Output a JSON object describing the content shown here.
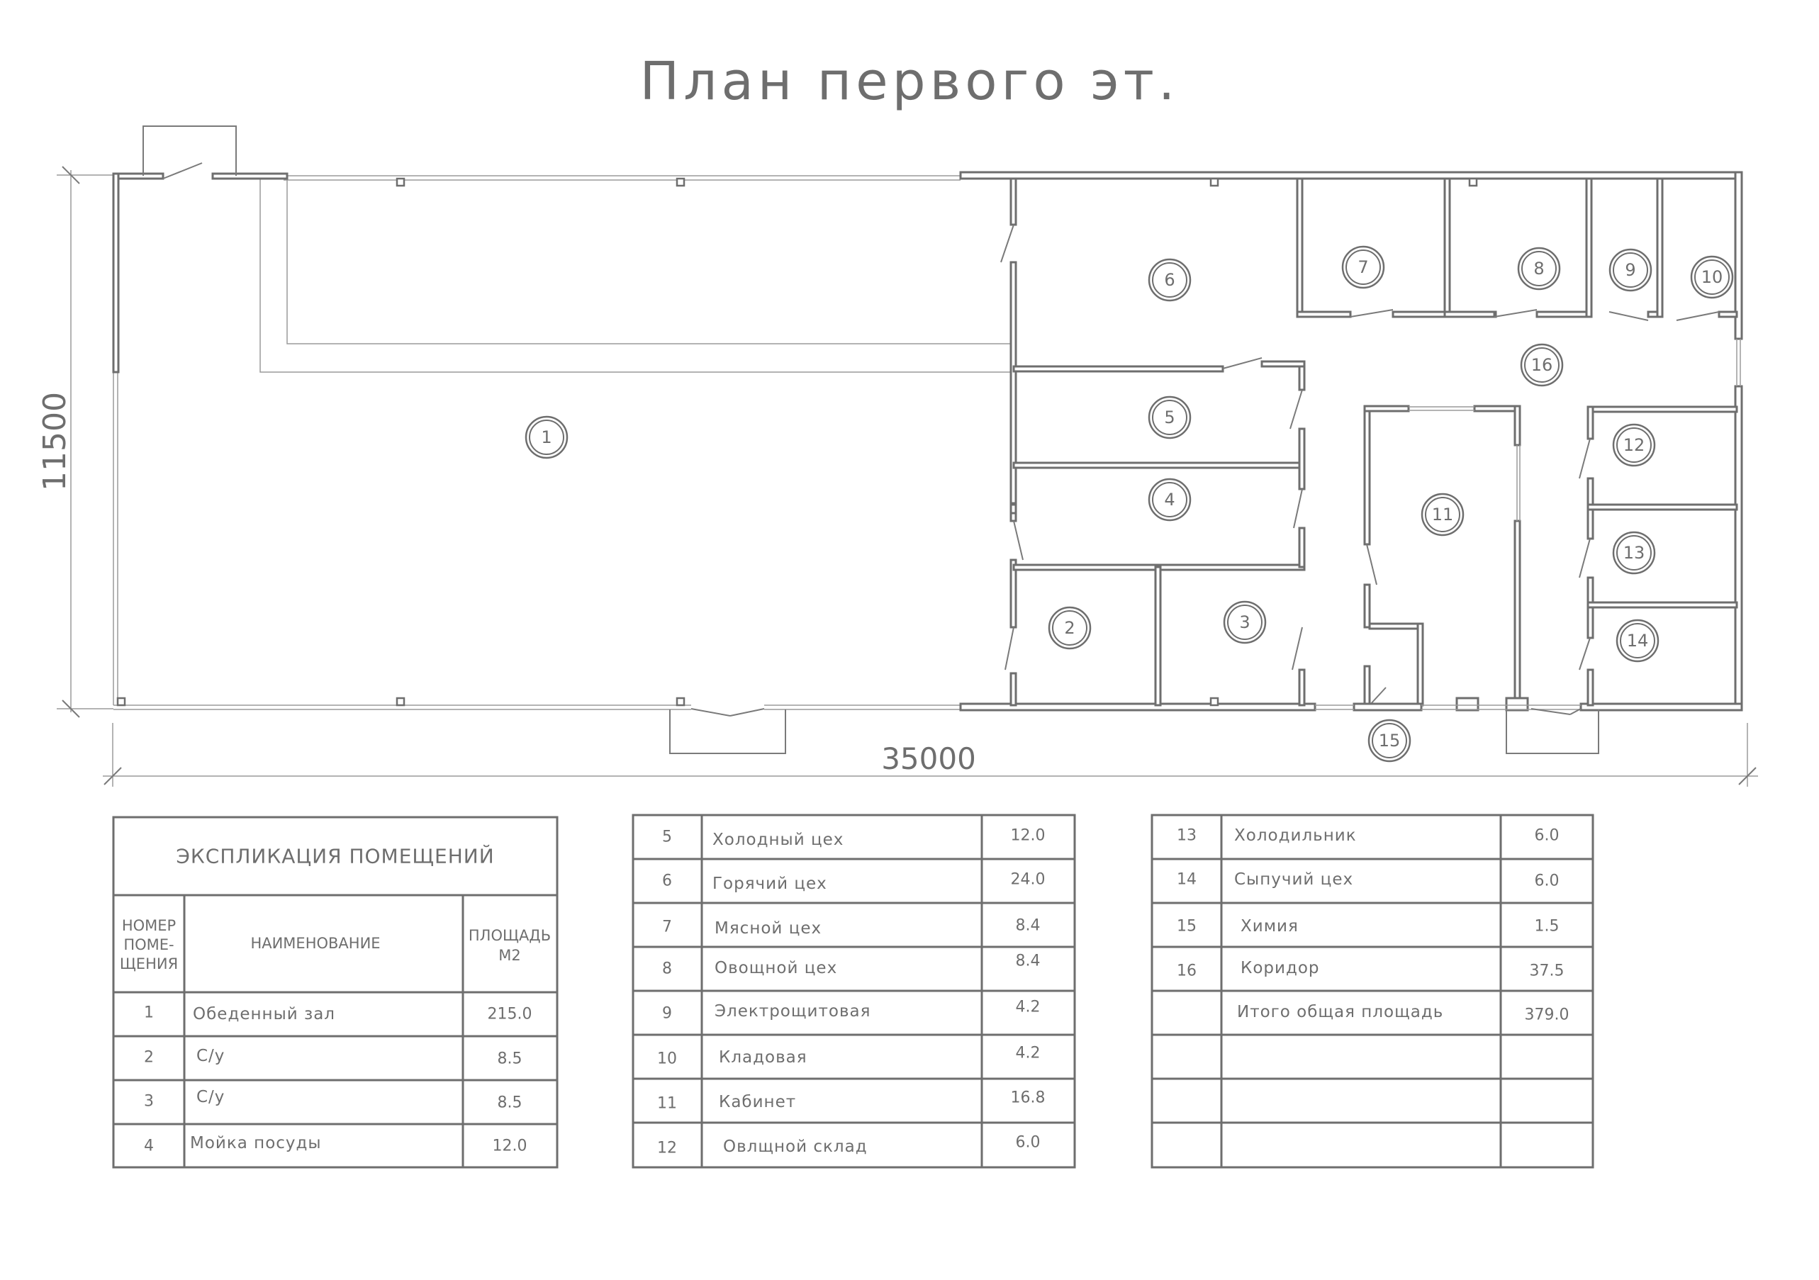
{
  "title": "План первого эт.",
  "dimensions": {
    "length": "35000",
    "width": "11500"
  },
  "rooms": [
    "1",
    "2",
    "3",
    "4",
    "5",
    "6",
    "7",
    "8",
    "9",
    "10",
    "11",
    "12",
    "13",
    "14",
    "15",
    "16"
  ],
  "table": {
    "caption": "ЭКСПЛИКАЦИЯ ПОМЕЩЕНИЙ",
    "headers": {
      "number": [
        "НОМЕР",
        "ПОМЕ-",
        "ЩЕНИЯ"
      ],
      "name": "НАИМЕНОВАНИЕ",
      "area": [
        "ПЛОЩАДЬ",
        "М2"
      ]
    },
    "rows": [
      {
        "num": "1",
        "name": "Обеденный зал",
        "area": "215.0"
      },
      {
        "num": "2",
        "name": "С/у",
        "area": "8.5"
      },
      {
        "num": "3",
        "name": "С/у",
        "area": "8.5"
      },
      {
        "num": "4",
        "name": "Мойка посуды",
        "area": "12.0"
      },
      {
        "num": "5",
        "name": "Холодный цех",
        "area": "12.0"
      },
      {
        "num": "6",
        "name": "Горячий цех",
        "area": "24.0"
      },
      {
        "num": "7",
        "name": "Мясной цех",
        "area": "8.4"
      },
      {
        "num": "8",
        "name": "Овощной цех",
        "area": "8.4"
      },
      {
        "num": "9",
        "name": "Электрощитовая",
        "area": "4.2"
      },
      {
        "num": "10",
        "name": "Кладовая",
        "area": "4.2"
      },
      {
        "num": "11",
        "name": "Кабинет",
        "area": "16.8"
      },
      {
        "num": "12",
        "name": "Овлщной склад",
        "area": "6.0"
      },
      {
        "num": "13",
        "name": "Холодильник",
        "area": "6.0"
      },
      {
        "num": "14",
        "name": "Сыпучий цех",
        "area": "6.0"
      },
      {
        "num": "15",
        "name": "Химия",
        "area": "1.5"
      },
      {
        "num": "16",
        "name": "Коридор",
        "area": "37.5"
      }
    ],
    "total": {
      "name": "Итого общая площадь",
      "area": "379.0"
    }
  }
}
